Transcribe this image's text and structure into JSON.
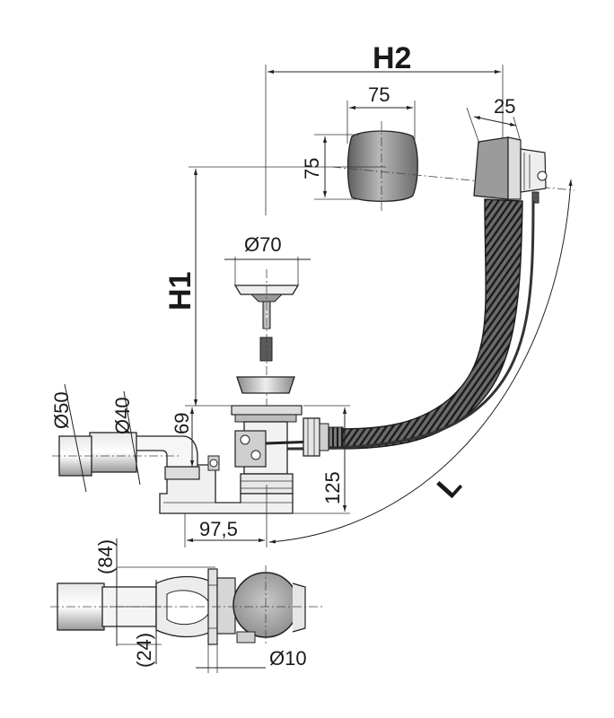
{
  "dimensions": {
    "h2": "H2",
    "h1": "H1",
    "l": "L",
    "cap_width": "75",
    "cap_height": "75",
    "overflow_depth": "25",
    "drain_diameter": "Ø70",
    "outlet_diameter_50": "Ø50",
    "outlet_diameter_40": "Ø40",
    "trap_height_69": "69",
    "trap_height_125": "125",
    "horizontal_offset": "97,5",
    "plan_84": "(84)",
    "plan_24": "(24)",
    "plan_diameter_10": "Ø10"
  },
  "colors": {
    "line": "#222222",
    "metal_dark": "#7a7a7a",
    "metal_light": "#d8d8d8",
    "hose": "#333333"
  }
}
